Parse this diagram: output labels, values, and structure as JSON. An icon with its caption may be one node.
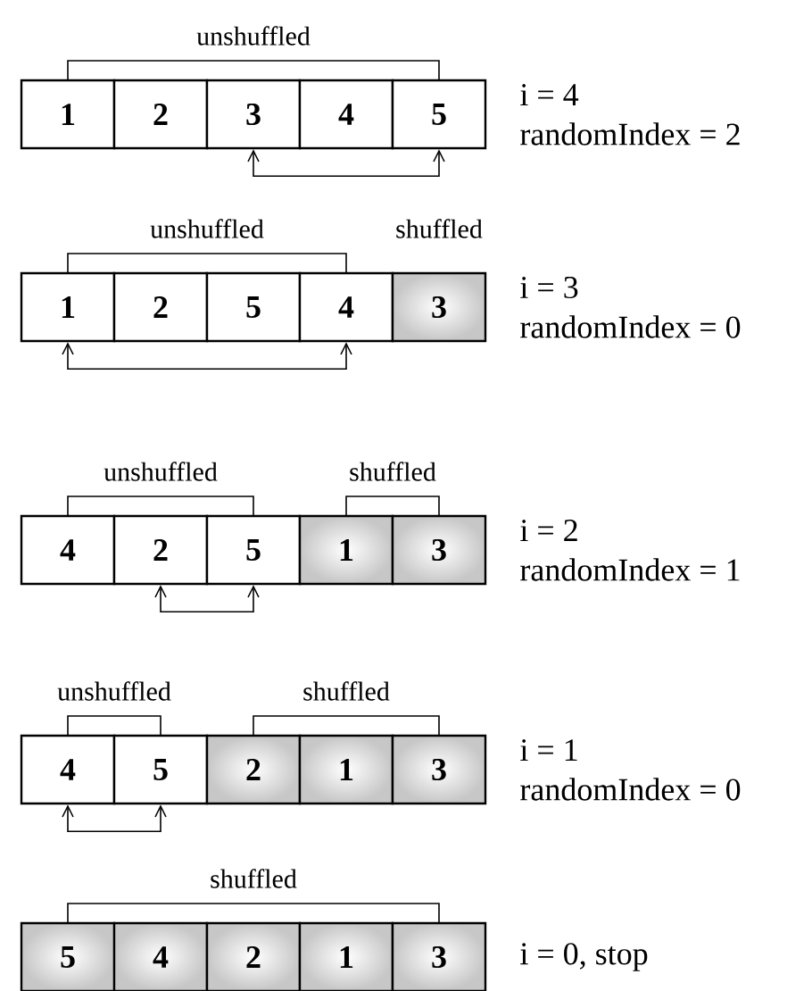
{
  "diagram": {
    "nodes": [
      {
        "text": [
          "1"
        ]
      },
      {
        "text": [
          "2"
        ]
      },
      {
        "text": [
          "3"
        ]
      },
      {
        "text": [
          "4"
        ]
      },
      {
        "text": [
          "5"
        ]
      },
      {
        "text": [
          "1"
        ]
      },
      {
        "text": [
          "2"
        ]
      },
      {
        "text": [
          "5"
        ]
      },
      {
        "text": [
          "4"
        ]
      },
      {
        "text": [
          "3"
        ]
      },
      {
        "text": [
          "4"
        ]
      },
      {
        "text": [
          "2"
        ]
      },
      {
        "text": [
          "5"
        ]
      },
      {
        "text": [
          "1"
        ]
      },
      {
        "text": [
          "3"
        ]
      },
      {
        "text": [
          "4"
        ]
      },
      {
        "text": [
          "5"
        ]
      },
      {
        "text": [
          "2"
        ]
      },
      {
        "text": [
          "1"
        ]
      },
      {
        "text": [
          "3"
        ]
      },
      {
        "text": [
          "5"
        ]
      },
      {
        "text": [
          "4"
        ]
      },
      {
        "text": [
          "2"
        ]
      },
      {
        "text": [
          "1"
        ]
      },
      {
        "text": [
          "3"
        ]
      }
    ],
    "edges": [
      {
        "from": 2,
        "to": 4,
        "arrow": "both"
      },
      {
        "from": 5,
        "to": 8,
        "arrow": "both"
      },
      {
        "from": 11,
        "to": 12,
        "arrow": "both"
      },
      {
        "from": 15,
        "to": 16,
        "arrow": "both"
      }
    ],
    "labels": [
      "unshuffled",
      "i = 4",
      "randomIndex = 2",
      "unshuffled",
      "shuffled",
      "i = 3",
      "randomIndex = 0",
      "unshuffled",
      "shuffled",
      "i = 2",
      "randomIndex = 1",
      "unshuffled",
      "shuffled",
      "i = 1",
      "randomIndex = 0",
      "shuffled",
      "i = 0, stop"
    ]
  }
}
